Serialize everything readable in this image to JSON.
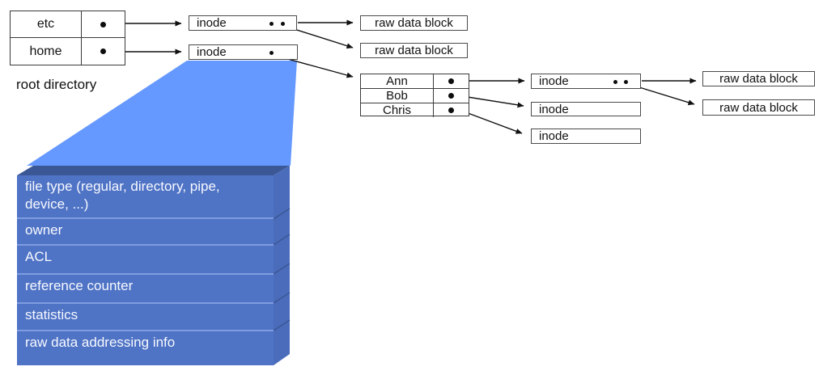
{
  "root_directory": {
    "label": "root directory",
    "entries": [
      {
        "name": "etc"
      },
      {
        "name": "home"
      }
    ]
  },
  "home_directory": {
    "entries": [
      {
        "name": "Ann"
      },
      {
        "name": "Bob"
      },
      {
        "name": "Chris"
      }
    ]
  },
  "labels": {
    "inode": "inode",
    "raw_data_block": "raw data block"
  },
  "inode_detail": {
    "fields": [
      "file type (regular, directory, pipe, device, ...)",
      "owner",
      "ACL",
      "reference counter",
      "statistics",
      "raw data addressing info"
    ]
  },
  "colors": {
    "magnifier_trapezoid": "#6699ff",
    "detail_box_front": "#4f73c5",
    "detail_box_top": "#3b5795",
    "detail_box_side": "#4a6cbb",
    "detail_row_separator": "#7e9cdf",
    "detail_text": "#f7f9ff",
    "line_color": "#111111",
    "box_border": "#4a4a4a"
  }
}
